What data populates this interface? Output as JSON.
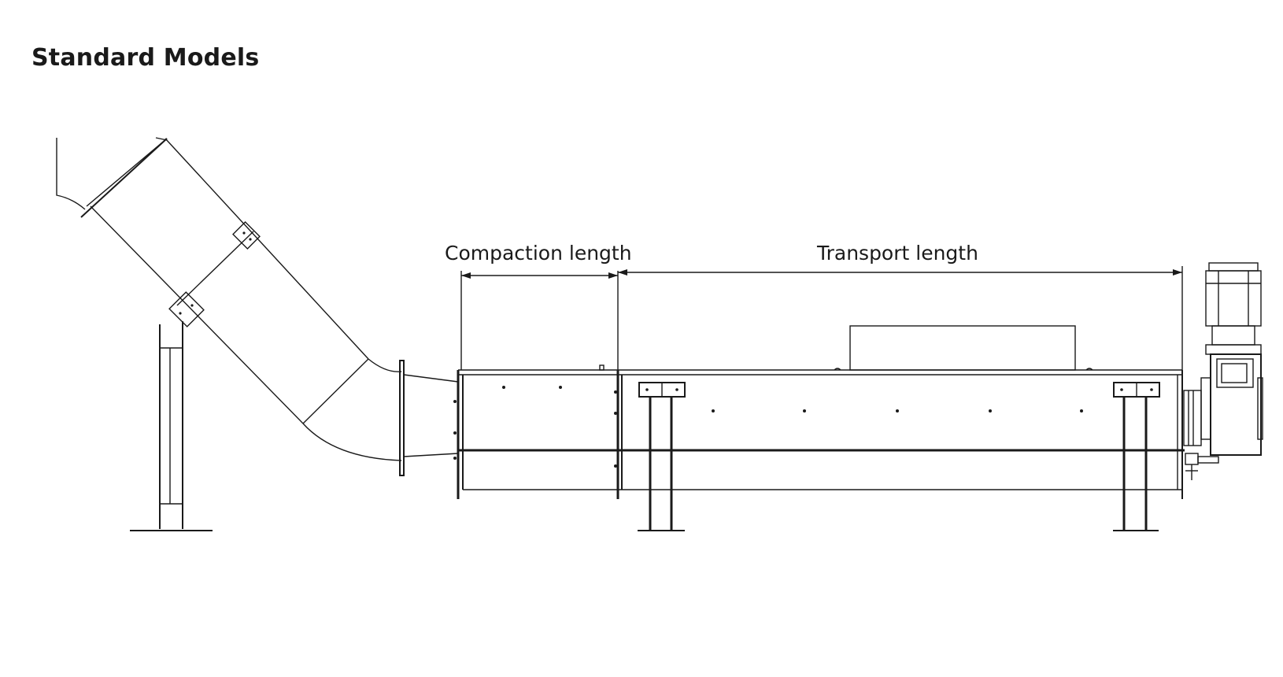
{
  "header": {
    "title": "Standard Models"
  },
  "diagram": {
    "dimensions": {
      "compaction_label": "Compaction length",
      "transport_label": "Transport length"
    },
    "line_color": "#1a1a1a"
  }
}
